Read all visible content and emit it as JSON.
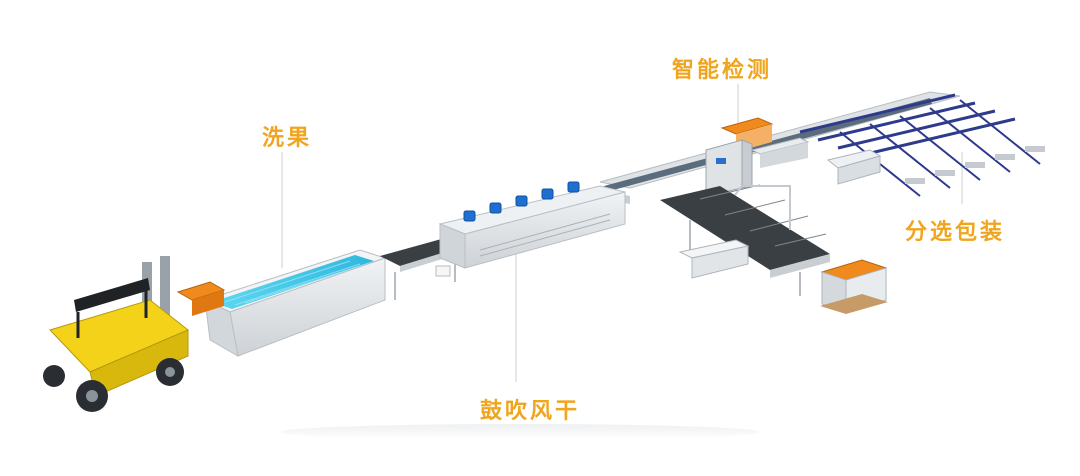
{
  "labels": {
    "wash": "洗果",
    "dry": "鼓吹风干",
    "detect": "智能检测",
    "sort_pack": "分选包装"
  },
  "colors": {
    "label": "#f0a51e",
    "machine_body": "#e4e7ea",
    "belt": "#3a3f44",
    "water": "#3fc6e6",
    "fan": "#1f6fd1",
    "sorter_lane": "#2e3a8c",
    "fruit": "#f08a1c",
    "forklift": "#f4d21a"
  }
}
